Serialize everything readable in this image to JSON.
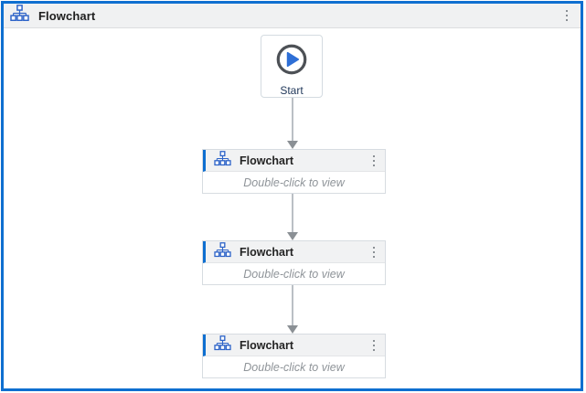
{
  "panel": {
    "title": "Flowchart"
  },
  "start_node": {
    "label": "Start"
  },
  "nodes": [
    {
      "title": "Flowchart",
      "hint": "Double-click to view"
    },
    {
      "title": "Flowchart",
      "hint": "Double-click to view"
    },
    {
      "title": "Flowchart",
      "hint": "Double-click to view"
    }
  ],
  "icons": {
    "panel_icon": "flowchart-hierarchy-icon",
    "node_icon": "flowchart-hierarchy-icon",
    "start_icon": "play-circle-icon",
    "menu_icon": "kebab-vertical-icon",
    "connector": "arrow-down-connector"
  },
  "colors": {
    "selection_blue": "#0e6fd0",
    "icon_blue": "#2d63c8",
    "play_blue": "#2e6fd6",
    "titlebar_gray": "#f0f1f2",
    "node_header_gray": "#f1f2f3",
    "hint_gray": "#8f9499",
    "connector_gray": "#8b9095"
  }
}
